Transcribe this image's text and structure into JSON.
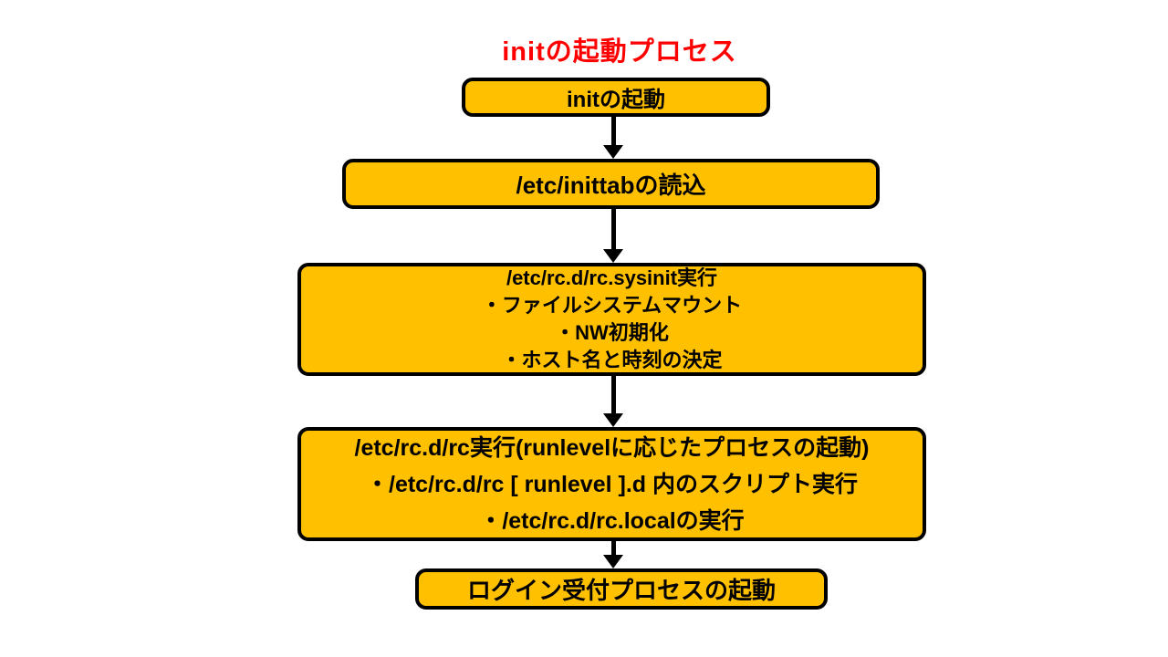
{
  "slide": {
    "background_color": "#FFFFFF",
    "title": {
      "text": "initの起動プロセス",
      "color": "#FF0000"
    }
  },
  "flowchart": {
    "box_fill_color": "#FFC000",
    "box_border_color": "#000000",
    "arrow_color": "#000000",
    "nodes": [
      {
        "id": "init-start",
        "lines": [
          "initの起動"
        ]
      },
      {
        "id": "read-inittab",
        "lines": [
          "/etc/inittabの読込"
        ]
      },
      {
        "id": "run-rc-sysinit",
        "lines": [
          "/etc/rc.d/rc.sysinit実行",
          "・ファイルシステムマウント",
          "・NW初期化",
          "・ホスト名と時刻の決定"
        ]
      },
      {
        "id": "run-rc",
        "lines": [
          "/etc/rc.d/rc実行(runlevelに応じたプロセスの起動)",
          "・/etc/rc.d/rc [ runlevel ].d 内のスクリプト実行",
          "・/etc/rc.d/rc.localの実行"
        ]
      },
      {
        "id": "login-process-start",
        "lines": [
          "ログイン受付プロセスの起動"
        ]
      }
    ]
  }
}
